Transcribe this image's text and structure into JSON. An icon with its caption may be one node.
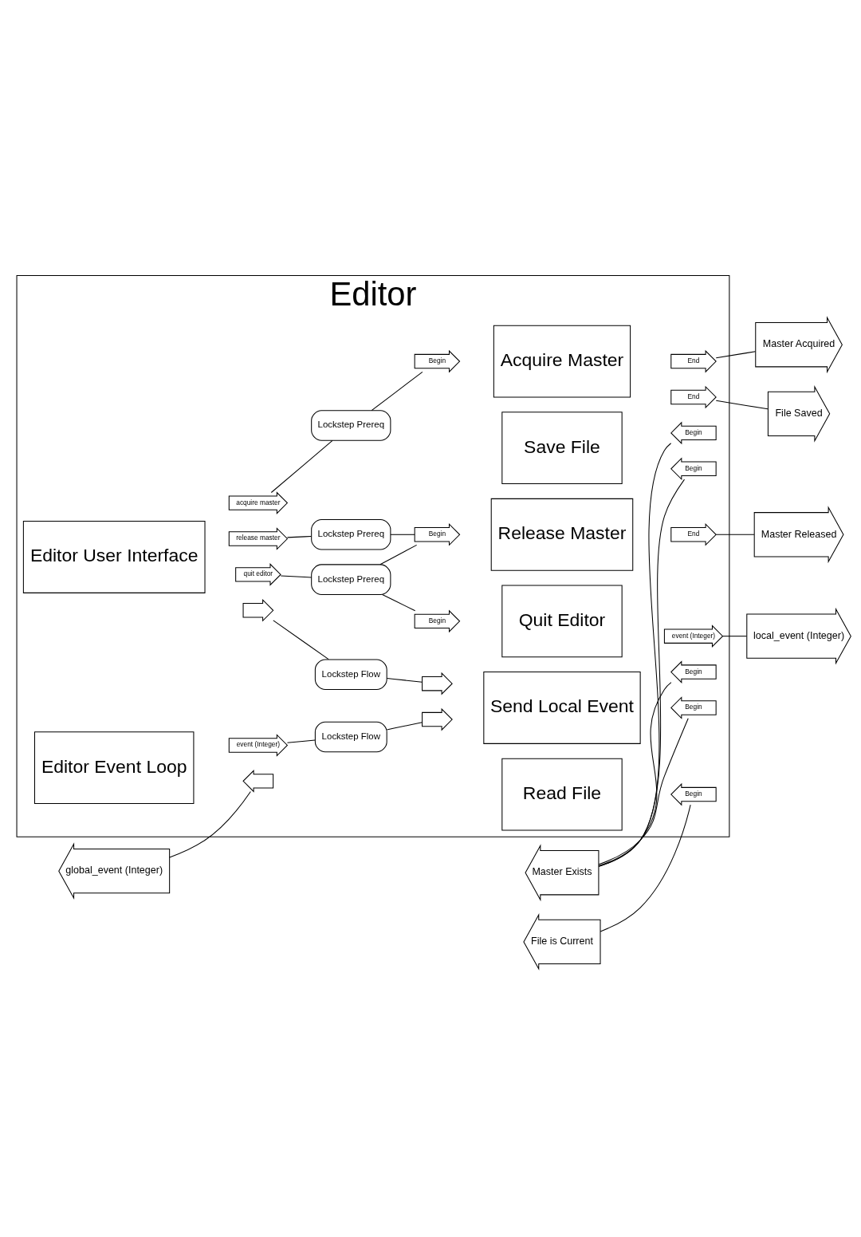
{
  "diagram": {
    "nodes": [
      {
        "text": [
          "Editor"
        ]
      },
      {
        "text": [
          "Editor User Interface"
        ],
        "in": 0
      },
      {
        "text": [],
        "shape": "arrow",
        "in": 0
      },
      {
        "text": [
          "Lockstep Flow"
        ],
        "in": 0
      },
      {
        "text": [],
        "shape": "arrow",
        "in": 0
      },
      {
        "text": [
          "Read File"
        ],
        "in": 0
      },
      {
        "text": [
          "Begin"
        ],
        "in": 0
      },
      {
        "text": [
          "File is Current"
        ]
      },
      {
        "text": [
          "Save File"
        ],
        "in": 0
      },
      {
        "text": [
          "End"
        ],
        "in": 0
      },
      {
        "text": [
          "Begin"
        ],
        "in": 0
      },
      {
        "text": [
          "File Saved"
        ]
      },
      {
        "text": [
          "Master Exists"
        ]
      },
      {
        "text": [
          "acquire master"
        ],
        "in": 0
      },
      {
        "text": [
          "Lockstep Prereq"
        ],
        "in": 0
      },
      {
        "text": [
          "Begin"
        ],
        "in": 0
      },
      {
        "text": [
          "Acquire Master"
        ],
        "in": 0
      },
      {
        "text": [
          "Begin"
        ],
        "in": 0
      },
      {
        "text": [
          "End"
        ],
        "in": 0
      },
      {
        "text": [
          "Master Acquired"
        ]
      },
      {
        "text": [
          "release master"
        ],
        "in": 0
      },
      {
        "text": [
          "Lockstep Prereq"
        ],
        "in": 0
      },
      {
        "text": [
          "Begin"
        ],
        "in": 0
      },
      {
        "text": [
          "Release Master"
        ],
        "in": 0
      },
      {
        "text": [
          "Begin"
        ],
        "in": 0
      },
      {
        "text": [
          "End"
        ],
        "in": 0
      },
      {
        "text": [
          "Master Released"
        ]
      },
      {
        "text": [
          "quit editor"
        ],
        "in": 0
      },
      {
        "text": [
          "Lockstep Prereq"
        ],
        "in": 0
      },
      {
        "text": [
          "Begin"
        ],
        "in": 0
      },
      {
        "text": [
          "Quit Editor"
        ],
        "in": 0
      },
      {
        "text": [
          "Editor Event Loop"
        ],
        "in": 0
      },
      {
        "text": [
          "event (Integer)"
        ],
        "in": 0
      },
      {
        "text": [
          "Lockstep Flow"
        ],
        "in": 0
      },
      {
        "text": [],
        "shape": "arrow",
        "in": 0
      },
      {
        "text": [
          "Send Local Event"
        ],
        "in": 0
      },
      {
        "text": [
          "Begin"
        ],
        "in": 0
      },
      {
        "text": [
          "event (Integer)"
        ],
        "in": 0
      },
      {
        "text": [
          "local_event (Integer)"
        ]
      },
      {
        "text": [],
        "shape": "arrow",
        "in": 0
      },
      {
        "text": [
          "global_event (Integer)"
        ]
      }
    ],
    "edges": [
      {
        "from": 2,
        "to": 3,
        "arrow": "none"
      },
      {
        "from": 3,
        "to": 4,
        "arrow": "none"
      },
      {
        "from": 7,
        "to": 6,
        "arrow": "none"
      },
      {
        "from": 9,
        "to": 11,
        "arrow": "none"
      },
      {
        "from": 12,
        "to": 10,
        "arrow": "none"
      },
      {
        "from": 13,
        "to": 14,
        "arrow": "none"
      },
      {
        "from": 14,
        "to": 15,
        "arrow": "none"
      },
      {
        "from": 12,
        "to": 17,
        "arrow": "none"
      },
      {
        "from": 18,
        "to": 19,
        "arrow": "none"
      },
      {
        "from": 20,
        "to": 21,
        "arrow": "none"
      },
      {
        "from": 21,
        "to": 22,
        "arrow": "none"
      },
      {
        "from": 12,
        "to": 24,
        "arrow": "none"
      },
      {
        "from": 25,
        "to": 26,
        "arrow": "none"
      },
      {
        "from": 27,
        "to": 28,
        "arrow": "none"
      },
      {
        "from": 28,
        "to": 29,
        "arrow": "none"
      },
      {
        "from": 28,
        "to": 22,
        "arrow": "none"
      },
      {
        "from": 32,
        "to": 33,
        "arrow": "none"
      },
      {
        "from": 33,
        "to": 34,
        "arrow": "none"
      },
      {
        "from": 12,
        "to": 36,
        "arrow": "none"
      },
      {
        "from": 37,
        "to": 38,
        "arrow": "none"
      },
      {
        "from": 40,
        "to": 39,
        "arrow": "none"
      }
    ]
  }
}
